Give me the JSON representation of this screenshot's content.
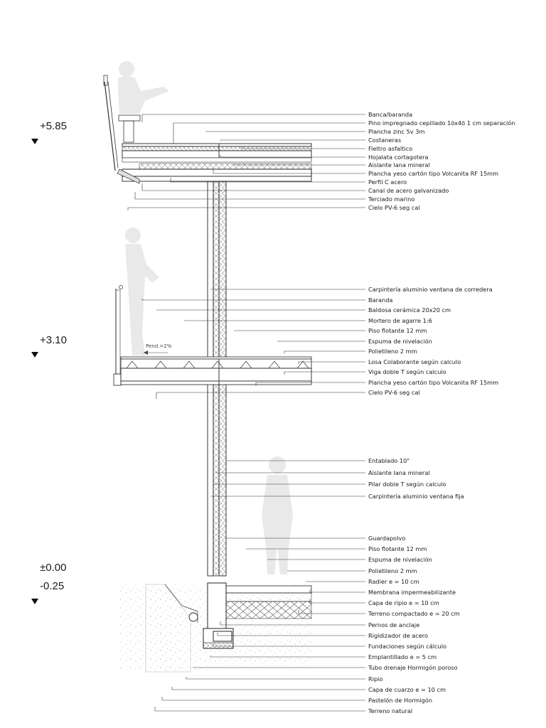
{
  "levels": [
    {
      "text": "+5.85",
      "marker": true
    },
    {
      "text": "+3.10",
      "marker": true
    },
    {
      "text": "±0.00",
      "marker": false
    },
    {
      "text": "-0.25",
      "marker": true
    }
  ],
  "slope_note": "Pend.=2%",
  "roof_labels": [
    "Banca/baranda",
    "Pino impregnado cepillado 1öx4ö 1 cm separación",
    "Plancha zinc 5v 3m",
    "Costaneras",
    "Fieltro asfaltico",
    "Hojalata cortagotera",
    "Aislante lana mineral",
    "Plancha yeso cartón tipo Volcanita RF 15mm",
    "Perfil C acero",
    "Canal de acero galvanizado",
    "Terciado marino",
    "Cielo PV-6 seg cal"
  ],
  "floor_labels": [
    "Carpintería aluminio ventana de corredera",
    "Baranda",
    "Baldosa cerámica 20x20 cm",
    "Mortero de agarre 1:6",
    "Piso flotante 12 mm",
    "Espuma de nivelación",
    "Polietileno 2 mm",
    "Losa Colaborante según calculo",
    "Viga doble T según calculo",
    "Plancha yeso cartón tipo Volcanita RF 15mm",
    "Cielo PV-6 seg cal"
  ],
  "wall_labels": [
    "Entablado 10\"",
    "Aislante lana mineral",
    "Pilar doble T según calculo",
    "Carpintería aluminio  ventana fija"
  ],
  "base_labels": [
    "Guardapolvo",
    "Piso flotante 12 mm",
    "Espuma de nivelación",
    "Polietileno 2 mm",
    "Radier  e = 10 cm",
    "Membrana impermeabilizante",
    "Capa de ripio e = 10 cm",
    "Terreno compactado e = 20 cm",
    "Pernos de anclaje",
    "Rigidizador de acero",
    "Fundaciones según cálculo",
    "Emplantillado e = 5 cm",
    "Tubo drenaje Hormigón poroso",
    "Ripio",
    "Capa de cuarzo e = 10 cm",
    "Pastelón de Hormigón",
    "Terreno natural"
  ]
}
